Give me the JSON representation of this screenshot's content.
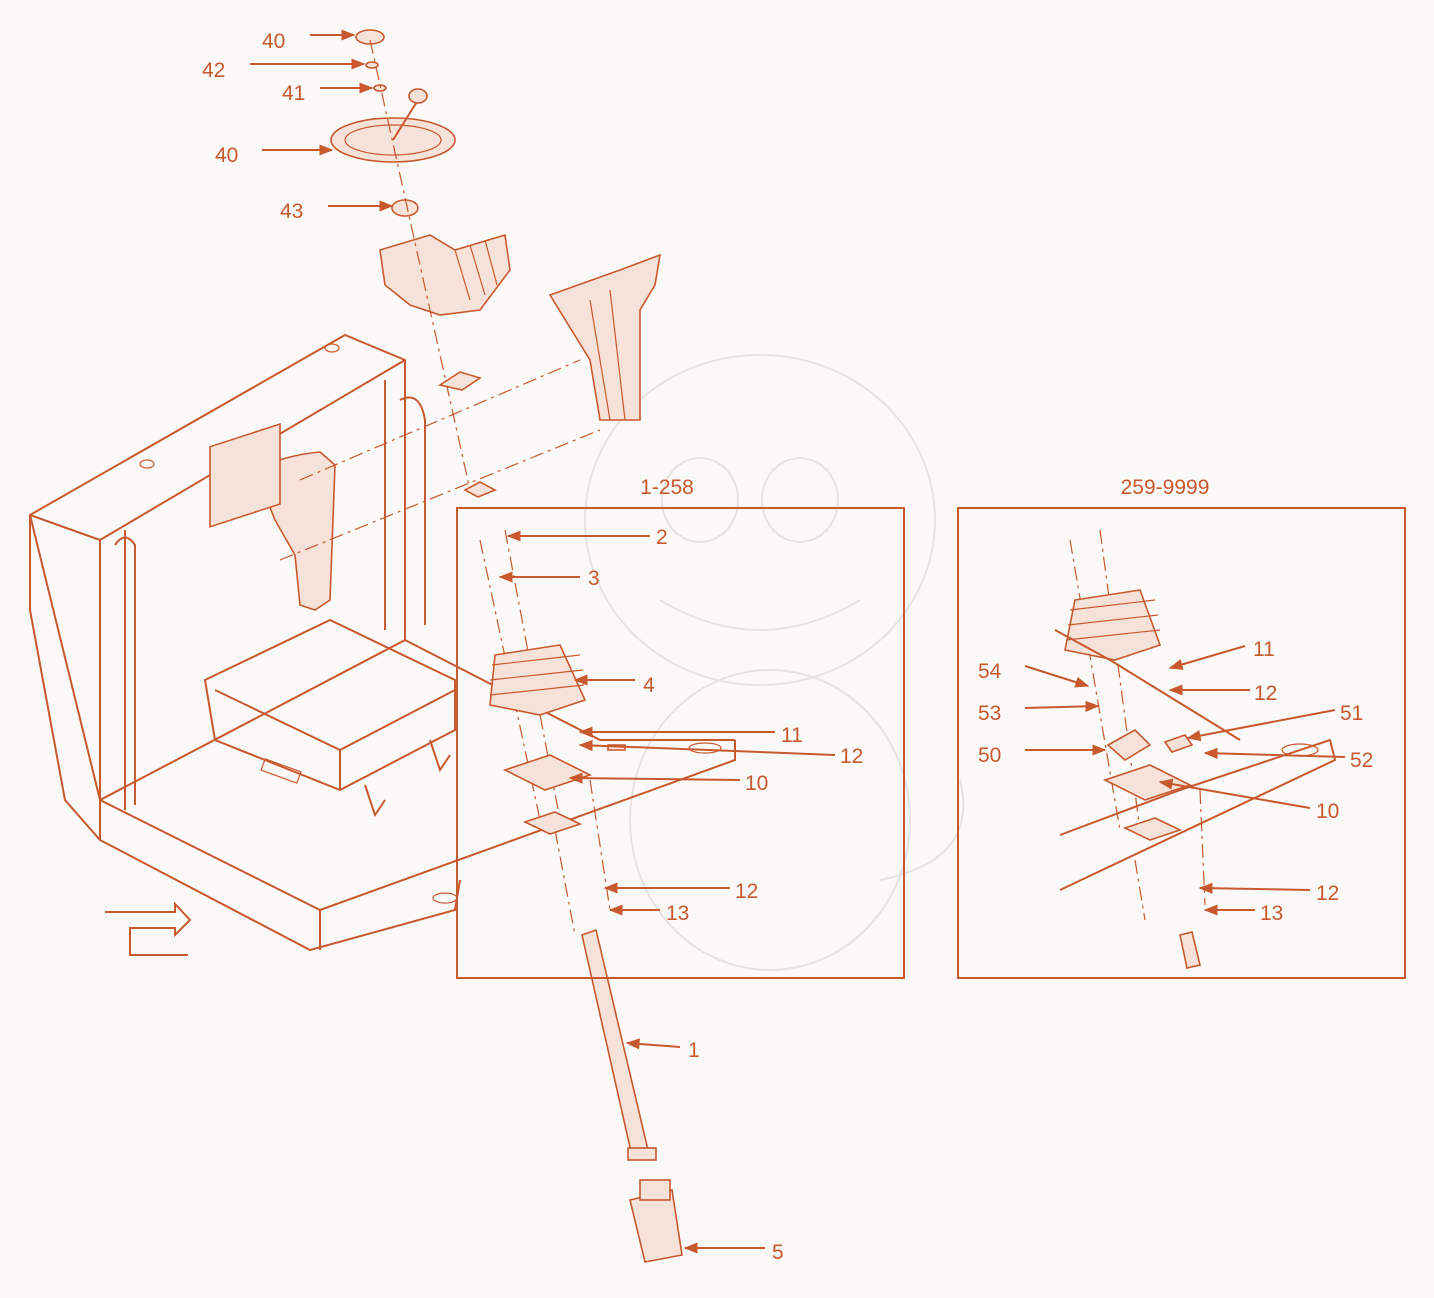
{
  "colors": {
    "ink": "#c8582e",
    "background": "#faf9f8",
    "fill": "#f6e2d8"
  },
  "insets": [
    {
      "title": "1-258"
    },
    {
      "title": "259-9999"
    }
  ],
  "callouts": {
    "c40a": "40",
    "c42": "42",
    "c41": "41",
    "c40b": "40",
    "c43": "43",
    "c2": "2",
    "c3": "3",
    "c4": "4",
    "c11a": "11",
    "c12a": "12",
    "c10a": "10",
    "c12b": "12",
    "c13a": "13",
    "c1": "1",
    "c5": "5",
    "c11b": "11",
    "c12c": "12",
    "c54": "54",
    "c53": "53",
    "c51": "51",
    "c50": "50",
    "c52": "52",
    "c10b": "10",
    "c12d": "12",
    "c13b": "13"
  }
}
